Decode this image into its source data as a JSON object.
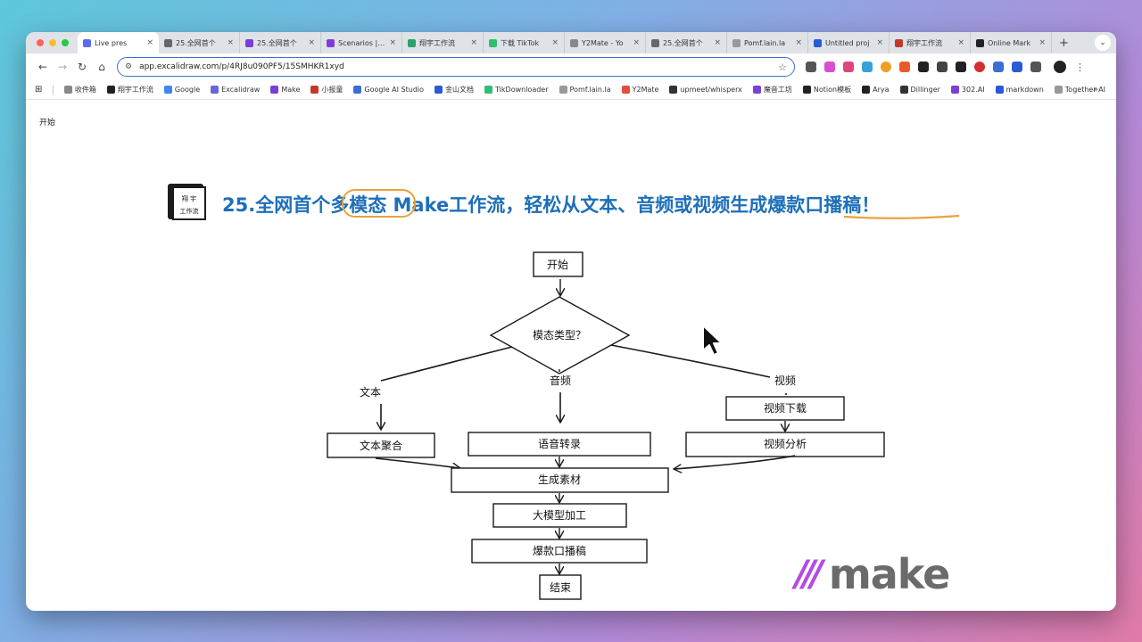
{
  "tabs": [
    {
      "label": "Live pres",
      "color": "#5b6bf0",
      "active": true
    },
    {
      "label": "25.全网首个",
      "color": "#666666",
      "active": false
    },
    {
      "label": "25.全网首个",
      "color": "#7b3fd4",
      "active": false
    },
    {
      "label": "Scenarios | M",
      "color": "#7b3fd4",
      "active": false
    },
    {
      "label": "翔宇工作流",
      "color": "#2aa36b",
      "active": false
    },
    {
      "label": "下载 TikTok",
      "color": "#2fbf71",
      "active": false
    },
    {
      "label": "Y2Mate - Yo",
      "color": "#888888",
      "active": false
    },
    {
      "label": "25.全网首个",
      "color": "#666666",
      "active": false
    },
    {
      "label": "Pomf.lain.la",
      "color": "#999999",
      "active": false
    },
    {
      "label": "Untitled proj",
      "color": "#2a5bd6",
      "active": false
    },
    {
      "label": "翔宇工作流",
      "color": "#c0392b",
      "active": false
    },
    {
      "label": "Online Mark",
      "color": "#222222",
      "active": false
    }
  ],
  "url": "app.excalidraw.com/p/4RJ8u090PF5/15SMHKR1xyd",
  "bookmarks": [
    {
      "label": "收件箱",
      "color": "#888888"
    },
    {
      "label": "翔宇工作流",
      "color": "#222222"
    },
    {
      "label": "Google",
      "color": "#4285f4"
    },
    {
      "label": "Excalidraw",
      "color": "#6965db"
    },
    {
      "label": "Make",
      "color": "#7b3fd4"
    },
    {
      "label": "小报童",
      "color": "#c0392b"
    },
    {
      "label": "Google AI Studio",
      "color": "#3b6fd6"
    },
    {
      "label": "金山文档",
      "color": "#2a5bd6"
    },
    {
      "label": "TikDownloader",
      "color": "#2fbf71"
    },
    {
      "label": "Pomf.lain.la",
      "color": "#999999"
    },
    {
      "label": "Y2Mate",
      "color": "#e74c3c"
    },
    {
      "label": "upmeet/whisperx",
      "color": "#333333"
    },
    {
      "label": "魔音工坊",
      "color": "#7b3fd4"
    },
    {
      "label": "Notion模板",
      "color": "#222222"
    },
    {
      "label": "Arya",
      "color": "#222222"
    },
    {
      "label": "Dillinger",
      "color": "#333333"
    },
    {
      "label": "302.AI",
      "color": "#7b3fd4"
    },
    {
      "label": "markdown",
      "color": "#2a5bd6"
    },
    {
      "label": "Together AI",
      "color": "#999999"
    }
  ],
  "canvas": {
    "frame_label": "开始",
    "logo_text": "翔宇工作流",
    "title_prefix": "25.全网首个",
    "title_circled": "多模态",
    "title_middle": " Make工作流，轻松从文本、音频或视频生成",
    "title_underlined": "爆款口播稿",
    "title_suffix": "！"
  },
  "flow": {
    "start": "开始",
    "decision": "模态类型？",
    "branch_text": "文本",
    "branch_audio": "音频",
    "branch_video": "视频",
    "text_merge": "文本聚合",
    "speech_to_text": "语音转录",
    "video_download": "视频下载",
    "video_analysis": "视频分析",
    "generate_material": "生成素材",
    "llm_process": "大模型加工",
    "viral_script": "爆款口播稿",
    "end": "结束"
  },
  "brand": {
    "make_text": "make",
    "make_mark": "///",
    "accent": "#e8a33c"
  }
}
